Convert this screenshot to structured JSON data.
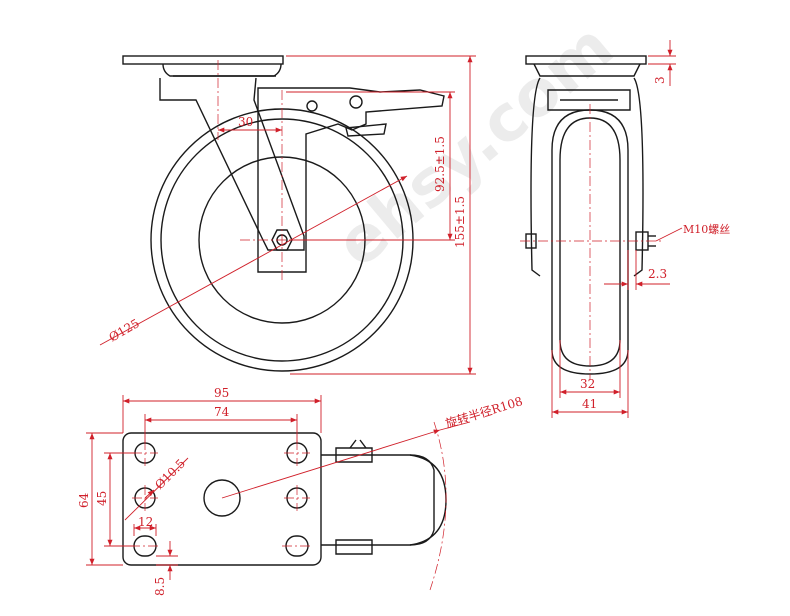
{
  "watermark": "ehsy.com",
  "side_view": {
    "dimensions": {
      "offset": "30",
      "axle_height": "92.5±1.5",
      "total_height": "155±1.5",
      "wheel_diameter": "Ø125"
    }
  },
  "front_view": {
    "dimensions": {
      "plate_thickness": "3",
      "bolt": "M10螺丝",
      "bolt_gap": "2.3",
      "tread_width": "32",
      "wheel_width": "41"
    }
  },
  "plate_view": {
    "dimensions": {
      "plate_width": "95",
      "hole_spacing_x": "74",
      "plate_length": "64",
      "hole_spacing_y": "45",
      "hole_diameter": "Ø10.5",
      "slot_length": "12",
      "slot_width": "8.5",
      "swivel_radius": "旋转半径R108"
    }
  },
  "colors": {
    "outline": "#1a1a1a",
    "dimension": "#d0202a"
  }
}
